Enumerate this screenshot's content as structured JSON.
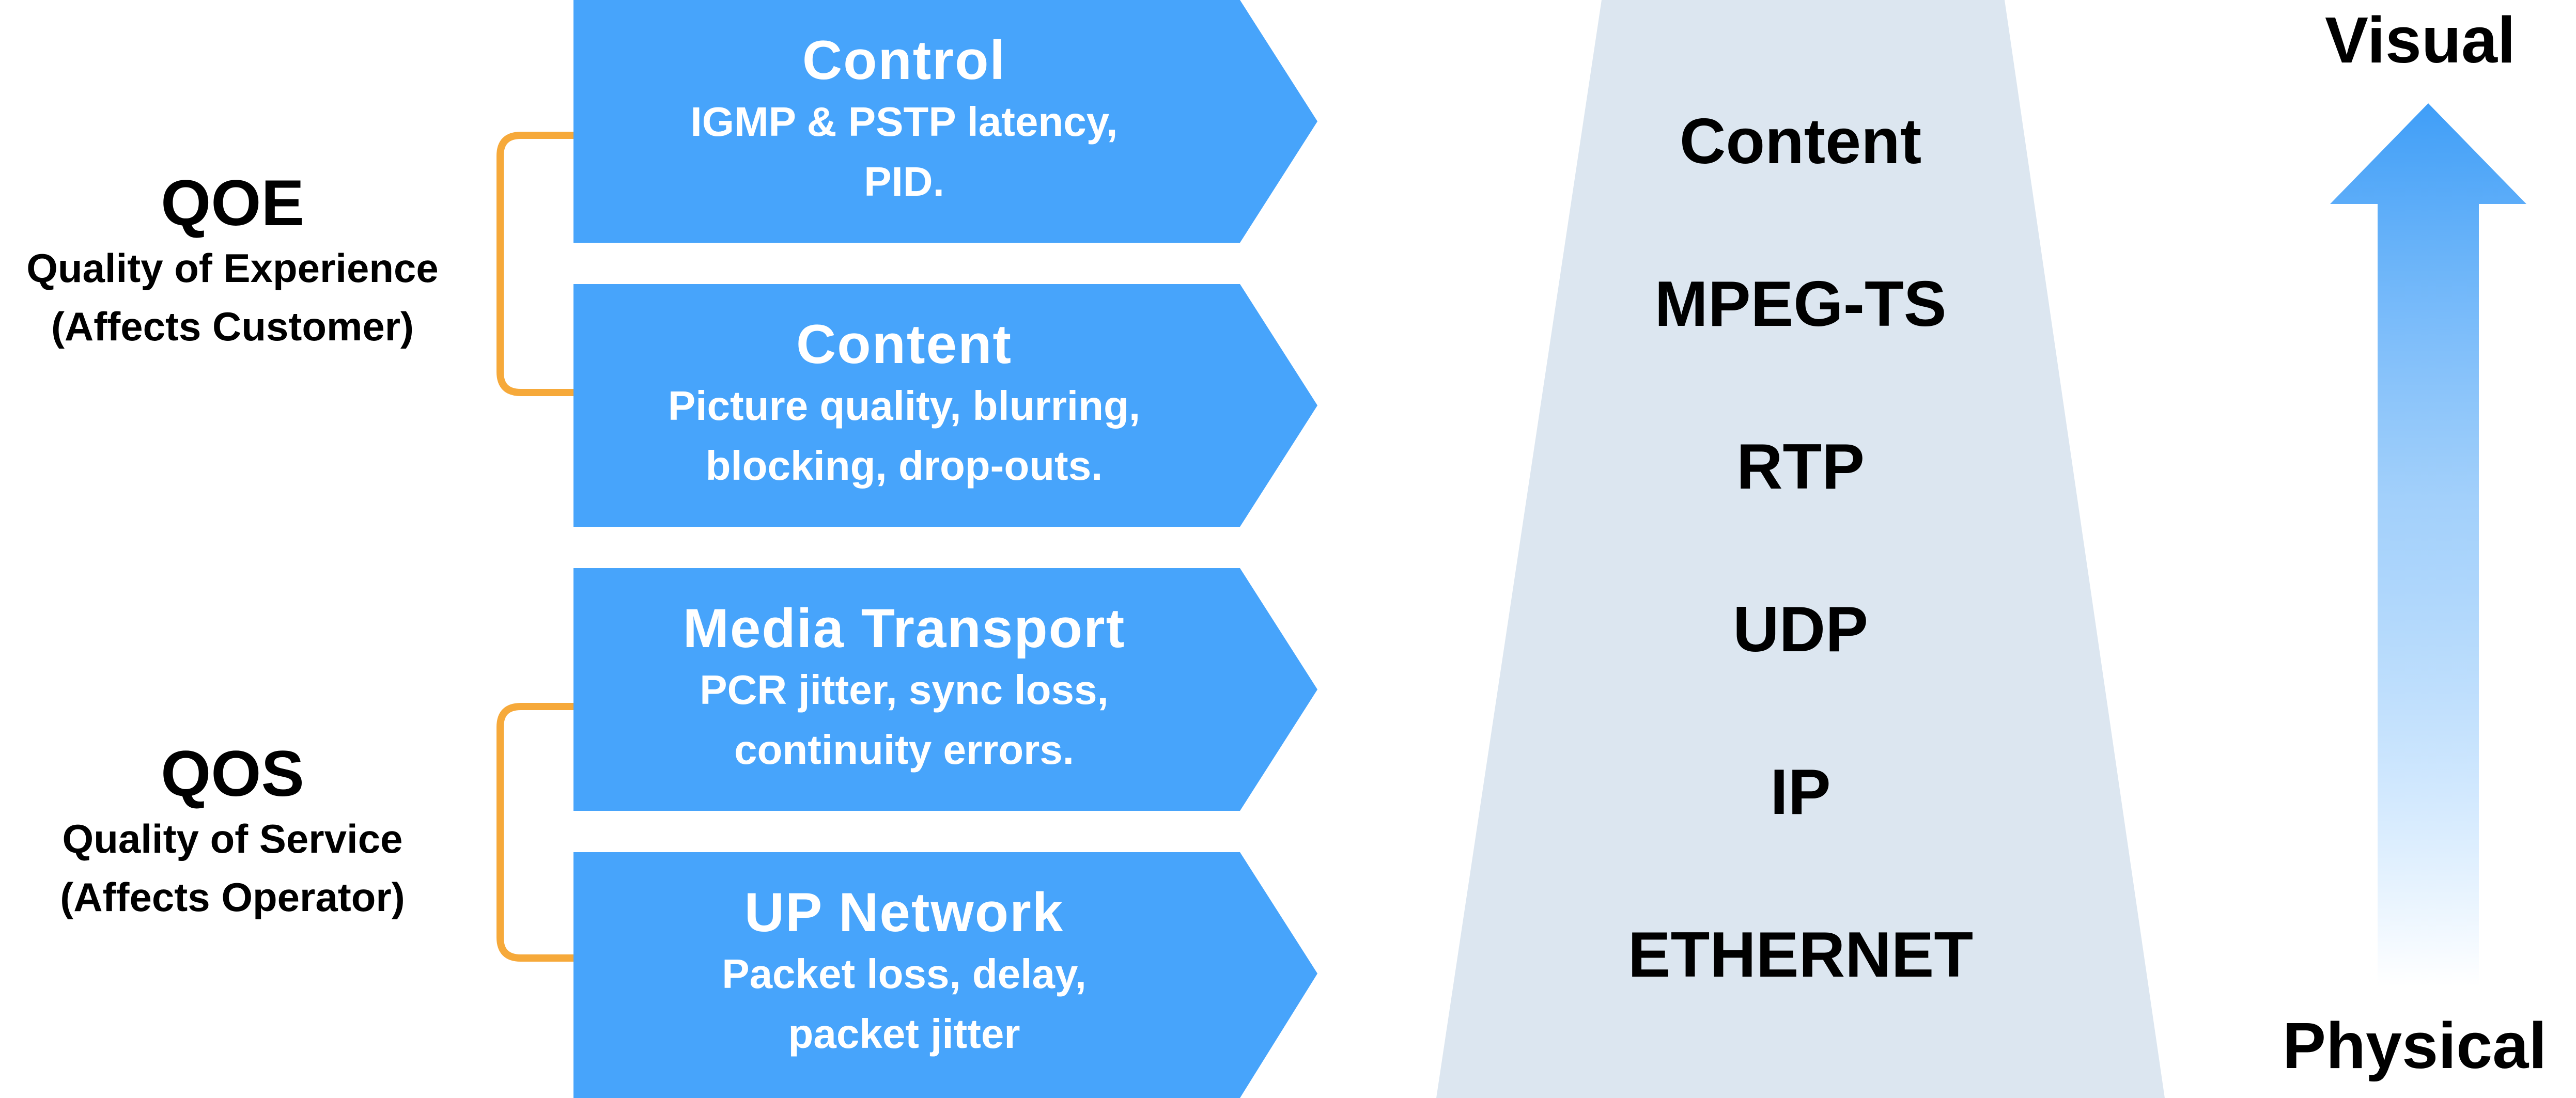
{
  "groups": [
    {
      "title": "QOE",
      "subtitle_1": "Quality of Experience",
      "subtitle_2": "(Affects Customer)"
    },
    {
      "title": "QOS",
      "subtitle_1": "Quality of Service",
      "subtitle_2": "(Affects Operator)"
    }
  ],
  "arrows": [
    {
      "title": "Control",
      "line_1": "IGMP & PSTP latency,",
      "line_2": "PID."
    },
    {
      "title": "Content",
      "line_1": "Picture quality, blurring,",
      "line_2": "blocking, drop-outs."
    },
    {
      "title": "Media Transport",
      "line_1": "PCR jitter, sync loss,",
      "line_2": "continuity errors."
    },
    {
      "title": "UP Network",
      "line_1": "Packet loss, delay,",
      "line_2": "packet jitter"
    }
  ],
  "stack_layers": [
    "Content",
    "MPEG-TS",
    "RTP",
    "UDP",
    "IP",
    "ETHERNET"
  ],
  "vertical_arrow": {
    "top_label": "Visual",
    "bottom_label": "Physical"
  },
  "colors": {
    "arrow_fill": "#47a4fb",
    "bracket": "#f6a93a",
    "stack_fill": "#dce6f0",
    "text": "#000000",
    "arrow_text": "#ffffff"
  }
}
